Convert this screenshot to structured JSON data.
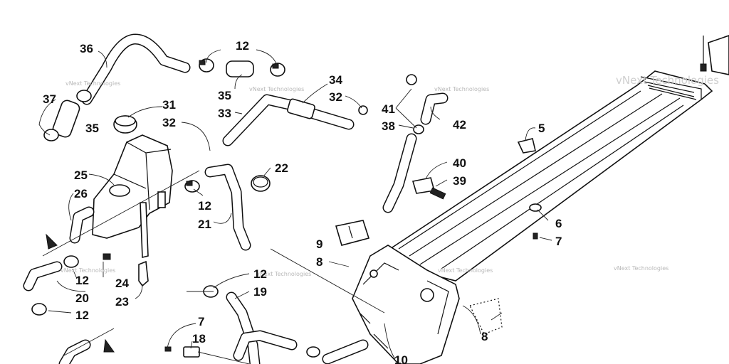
{
  "diagram": {
    "watermark": "vNext Technologies",
    "watermark_big": "vNext Technologies",
    "callouts": [
      {
        "id": "c36a",
        "label": "36"
      },
      {
        "id": "c12a",
        "label": "12"
      },
      {
        "id": "c35a",
        "label": "35"
      },
      {
        "id": "c34",
        "label": "34"
      },
      {
        "id": "c32a",
        "label": "32"
      },
      {
        "id": "c33",
        "label": "33"
      },
      {
        "id": "c37",
        "label": "37"
      },
      {
        "id": "c35b",
        "label": "35"
      },
      {
        "id": "c31",
        "label": "31"
      },
      {
        "id": "c32b",
        "label": "32"
      },
      {
        "id": "c41",
        "label": "41"
      },
      {
        "id": "c42",
        "label": "42"
      },
      {
        "id": "c38",
        "label": "38"
      },
      {
        "id": "c5",
        "label": "5"
      },
      {
        "id": "c40",
        "label": "40"
      },
      {
        "id": "c39",
        "label": "39"
      },
      {
        "id": "c22",
        "label": "22"
      },
      {
        "id": "c25",
        "label": "25"
      },
      {
        "id": "c26",
        "label": "26"
      },
      {
        "id": "c12b",
        "label": "12"
      },
      {
        "id": "c21",
        "label": "21"
      },
      {
        "id": "c6",
        "label": "6"
      },
      {
        "id": "c7a",
        "label": "7"
      },
      {
        "id": "c9",
        "label": "9"
      },
      {
        "id": "c8a",
        "label": "8"
      },
      {
        "id": "c12c",
        "label": "12"
      },
      {
        "id": "c24",
        "label": "24"
      },
      {
        "id": "c12d",
        "label": "12"
      },
      {
        "id": "c20",
        "label": "20"
      },
      {
        "id": "c19",
        "label": "19"
      },
      {
        "id": "c23",
        "label": "23"
      },
      {
        "id": "c12e",
        "label": "12"
      },
      {
        "id": "c7b",
        "label": "7"
      },
      {
        "id": "c18",
        "label": "18"
      },
      {
        "id": "c8b",
        "label": "8"
      },
      {
        "id": "c10",
        "label": "10"
      }
    ]
  }
}
